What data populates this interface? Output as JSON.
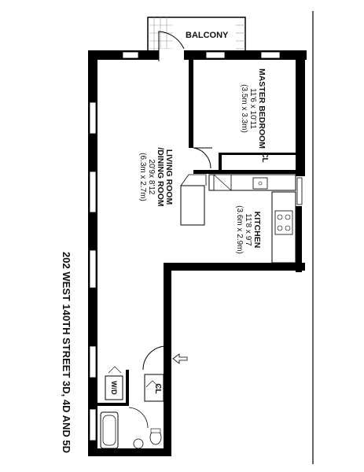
{
  "address": "202 WEST 140TH STREET 3D, 4D AND 5D",
  "rooms": {
    "balcony": {
      "name": "BALCONY"
    },
    "master_bedroom": {
      "name": "MASTER BEDROOM",
      "dims_imperial": "11'6 x 10'11",
      "dims_metric": "(3.5m x 3.3m)"
    },
    "living_room": {
      "name_line1": "LIVING ROOM",
      "name_line2": "/DINING ROOM",
      "dims_imperial": "20'9x 8'12",
      "dims_metric": "(6.3m x 2.7m)"
    },
    "kitchen": {
      "name": "KITCHEN",
      "dims_imperial": "11'8 x 9'7",
      "dims_metric": "(3.6m x 2.9m)"
    },
    "closet_bedroom": {
      "name": "CL"
    },
    "closet_entry": {
      "name": "CL"
    },
    "washer_dryer": {
      "name": "W/D"
    }
  },
  "colors": {
    "wall": "#000000",
    "window": "#ffffff",
    "paper": "#ffffff"
  }
}
